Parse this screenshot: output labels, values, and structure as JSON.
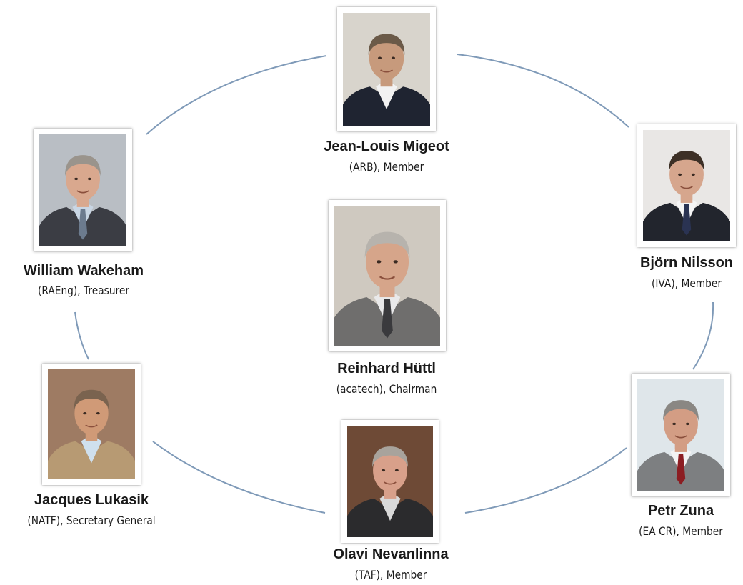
{
  "members": [
    {
      "id": "migeot",
      "name": "Jean-Louis Migeot",
      "role": "(ARB), Member",
      "bg": "#d8d4cc",
      "suit": "#1f2431",
      "skin": "#c79a7c",
      "hair": "#6b5a48",
      "shirt": "#f2f2f2",
      "tie": ""
    },
    {
      "id": "wakeham",
      "name": "William Wakeham",
      "role": "(RAEng), Treasurer",
      "bg": "#b9bec4",
      "suit": "#3b3d44",
      "skin": "#d9a88e",
      "hair": "#9a948c",
      "shirt": "#c9d6e4",
      "tie": "#6c7b8e"
    },
    {
      "id": "nilsson",
      "name": "Björn Nilsson",
      "role": "(IVA), Member",
      "bg": "#e9e7e5",
      "suit": "#22252d",
      "skin": "#d6a68d",
      "hair": "#3d3026",
      "shirt": "#f5f5f5",
      "tie": "#2a3352"
    },
    {
      "id": "huttl",
      "name": "Reinhard Hüttl",
      "role": "(acatech), Chairman",
      "bg": "#cfc9c0",
      "suit": "#6f6e6d",
      "skin": "#d6a58a",
      "hair": "#b7b3ad",
      "shirt": "#e9e9ea",
      "tie": "#3a3a3d"
    },
    {
      "id": "lukasik",
      "name": "Jacques Lukasik",
      "role": "(NATF), Secretary General",
      "bg": "#9e7b63",
      "suit": "#b79a73",
      "skin": "#d09a77",
      "hair": "#7a634f",
      "shirt": "#cfe0ee",
      "tie": ""
    },
    {
      "id": "zuna",
      "name": "Petr Zuna",
      "role": "(EA CR), Member",
      "bg": "#dfe6ea",
      "suit": "#7d7f81",
      "skin": "#d39d84",
      "hair": "#8a8783",
      "shirt": "#f3f3f3",
      "tie": "#8c1d22"
    },
    {
      "id": "nevanlinna",
      "name": "Olavi Nevanlinna",
      "role": "(TAF), Member",
      "bg": "#6e4a36",
      "suit": "#2b2b2d",
      "skin": "#d8a08a",
      "hair": "#a8a39c",
      "shirt": "#d9d9d9",
      "tie": ""
    }
  ],
  "ring_color": "#7f9ab8"
}
